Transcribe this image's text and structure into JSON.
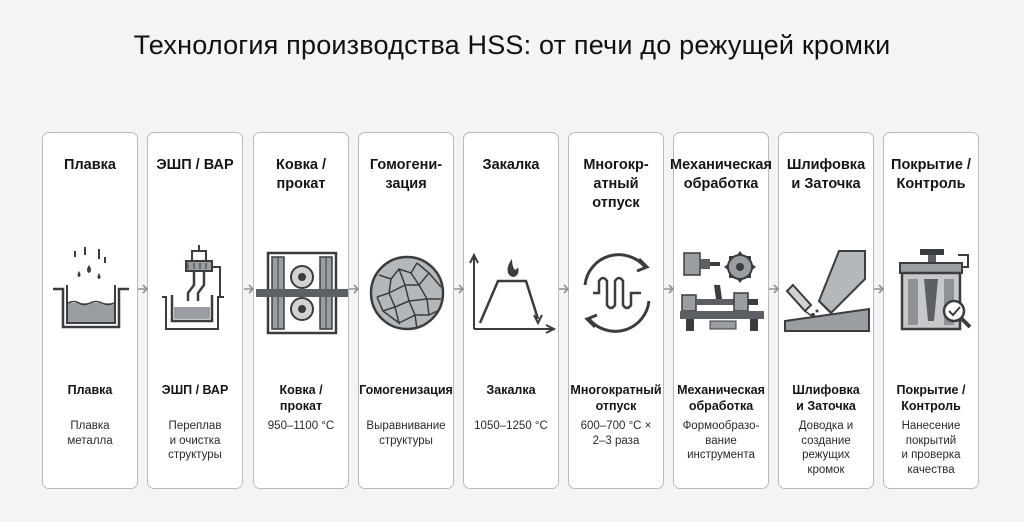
{
  "title": "Технология производства HSS: от печи до режущей кромки",
  "stages": [
    {
      "title": "Плавка",
      "label": "Плавка",
      "desc": "Плавка\nметалла",
      "icon": "melting-pot-icon"
    },
    {
      "title": "ЭШП / ВАР",
      "label": "ЭШП / ВАР",
      "desc": "Переплав\nи очистка\nструктуры",
      "icon": "remelting-furnace-icon"
    },
    {
      "title": "Ковка /\nпрокат",
      "label": "Ковка /\nпрокат",
      "desc": "950–1100 °C",
      "icon": "rolling-mill-icon"
    },
    {
      "title": "Гомогени-\nзация",
      "label": "Гомогенизация",
      "desc": "Выравнивание\nструктуры",
      "icon": "grain-structure-icon"
    },
    {
      "title": "Закалка",
      "label": "Закалка",
      "desc": "1050–1250 °C",
      "icon": "quench-curve-icon"
    },
    {
      "title": "Многокр-\nатный\nотпуск",
      "label": "Многократный\nотпуск",
      "desc": "600–700 °C ×\n2–3 раза",
      "icon": "tempering-cycle-icon"
    },
    {
      "title": "Механическая\nобработка",
      "label": "Механическая\nобработка",
      "desc": "Формообразо-\nвание\nинструмента",
      "icon": "machining-lathe-icon"
    },
    {
      "title": "Шлифовка\nи Заточка",
      "label": "Шлифовка\nи Заточка",
      "desc": "Доводка и\nсоздание\nрежущих\nкромок",
      "icon": "grinding-icon"
    },
    {
      "title": "Покрытие /\nКонтроль",
      "label": "Покрытие /\nКонтроль",
      "desc": "Нанесение\nпокрытий\nи проверка\nкачества",
      "icon": "coating-inspection-icon"
    }
  ],
  "colors": {
    "card_border": "#b9bcbf",
    "icon_stroke": "#3a3d40",
    "icon_fill": "#8e9296",
    "background": "#f3f4f5"
  }
}
